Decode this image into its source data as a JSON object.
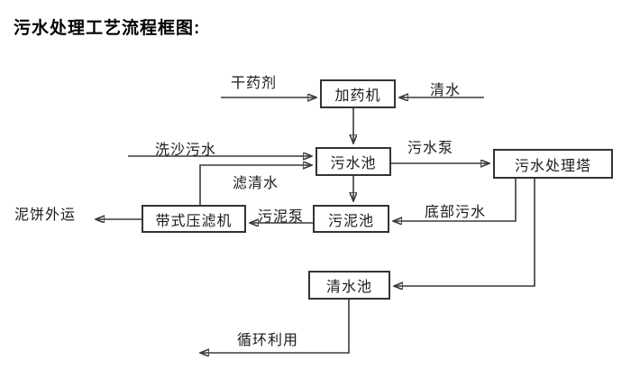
{
  "title": "污水处理工艺流程框图:",
  "nodes": {
    "dosing_machine": "加药机",
    "sewage_pool": "污水池",
    "treatment_tower": "污水处理塔",
    "sludge_pool": "污泥池",
    "belt_filter_press": "带式压滤机",
    "clean_water_pool": "清水池"
  },
  "edges": [
    {
      "from": "external",
      "to": "dosing_machine",
      "label": "干药剂"
    },
    {
      "from": "external",
      "to": "dosing_machine",
      "label": "清水"
    },
    {
      "from": "dosing_machine",
      "to": "sewage_pool",
      "label": ""
    },
    {
      "from": "external",
      "to": "sewage_pool",
      "label": "洗沙污水"
    },
    {
      "from": "belt_filter_press",
      "to": "sewage_pool",
      "label": "滤清水"
    },
    {
      "from": "sewage_pool",
      "to": "treatment_tower",
      "label": "污水泵"
    },
    {
      "from": "sewage_pool",
      "to": "sludge_pool",
      "label": ""
    },
    {
      "from": "treatment_tower",
      "to": "sludge_pool",
      "label": "底部污水"
    },
    {
      "from": "treatment_tower",
      "to": "clean_water_pool",
      "label": ""
    },
    {
      "from": "sludge_pool",
      "to": "belt_filter_press",
      "label": "污泥泵"
    },
    {
      "from": "belt_filter_press",
      "to": "external",
      "label": "泥饼外运"
    },
    {
      "from": "clean_water_pool",
      "to": "external",
      "label": "循环利用"
    }
  ],
  "colors": {
    "bg": "#ffffff",
    "line": "#3a3a3a",
    "box-border": "#333333",
    "text": "#1a1a1a",
    "title": "#000000"
  }
}
